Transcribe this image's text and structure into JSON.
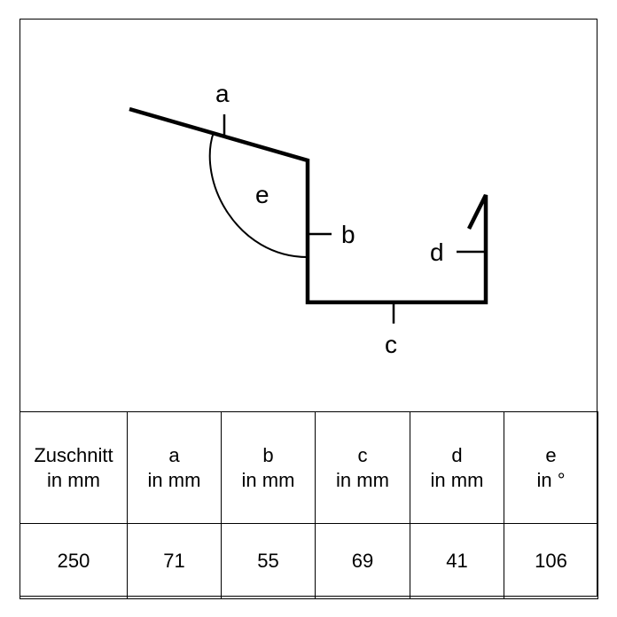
{
  "diagram": {
    "labels": {
      "a": "a",
      "b": "b",
      "c": "c",
      "d": "d",
      "e": "e"
    }
  },
  "table": {
    "headers": [
      {
        "line1": "Zuschnitt",
        "line2": "in mm"
      },
      {
        "line1": "a",
        "line2": "in mm"
      },
      {
        "line1": "b",
        "line2": "in mm"
      },
      {
        "line1": "c",
        "line2": "in mm"
      },
      {
        "line1": "d",
        "line2": "in mm"
      },
      {
        "line1": "e",
        "line2": "in °"
      }
    ],
    "values": [
      "250",
      "71",
      "55",
      "69",
      "41",
      "106"
    ]
  }
}
